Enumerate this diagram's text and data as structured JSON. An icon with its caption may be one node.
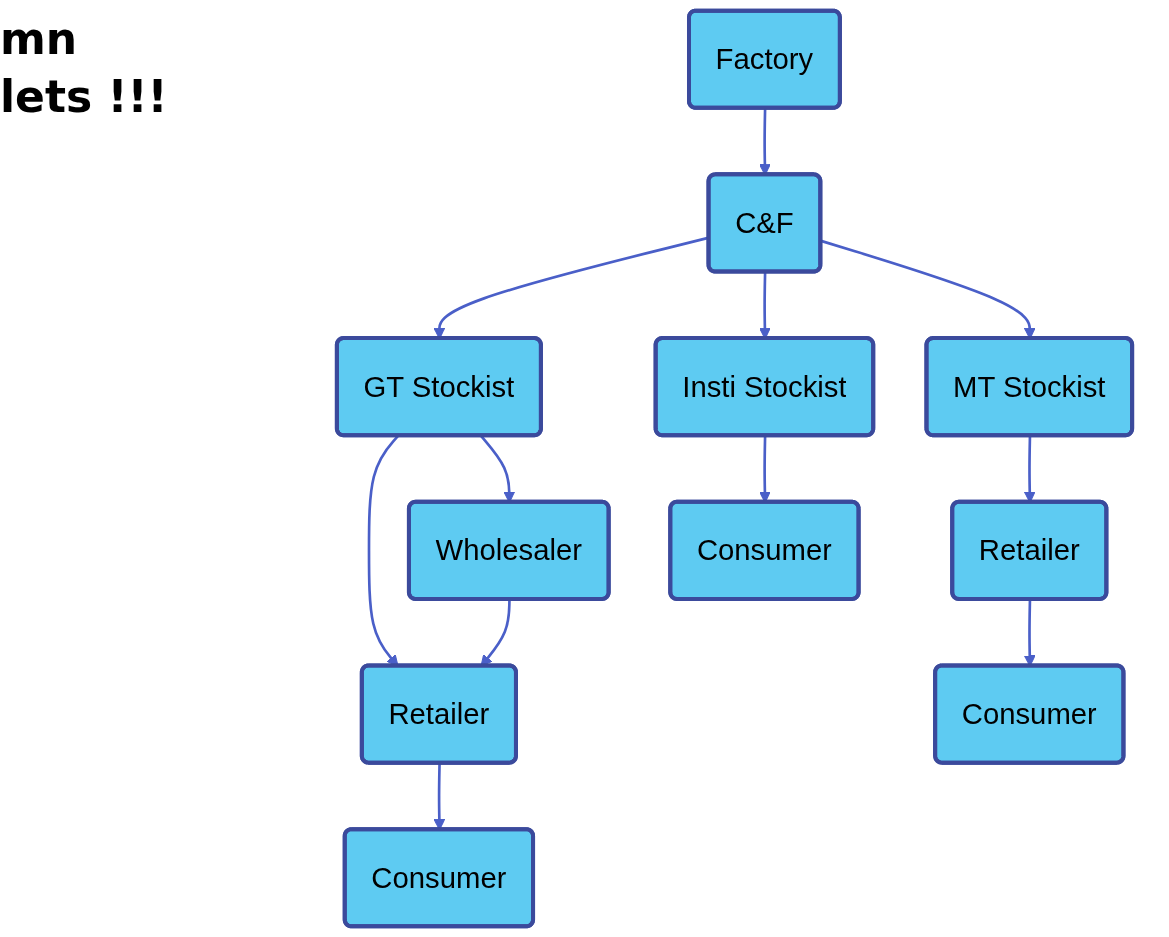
{
  "diagram": {
    "nodes": [
      {
        "text": [
          "Factory"
        ]
      },
      {
        "text": [
          "C&F"
        ]
      },
      {
        "text": [
          "GT Stockist"
        ]
      },
      {
        "text": [
          "MT Stockist"
        ]
      },
      {
        "text": [
          "Insti Stockist"
        ]
      },
      {
        "text": [
          "Wholesaler"
        ]
      },
      {
        "text": [
          "Retailer"
        ]
      },
      {
        "text": [
          "Retailer"
        ]
      },
      {
        "text": [
          "Consumer"
        ]
      },
      {
        "text": [
          "Consumer"
        ]
      },
      {
        "text": [
          "Consumer"
        ]
      }
    ],
    "edges": [
      {
        "from": 0,
        "to": 1,
        "arrow": "to"
      },
      {
        "from": 1,
        "to": 2,
        "arrow": "to"
      },
      {
        "from": 1,
        "to": 3,
        "arrow": "to"
      },
      {
        "from": 1,
        "to": 4,
        "arrow": "to"
      },
      {
        "from": 2,
        "to": 5,
        "arrow": "to"
      },
      {
        "from": 2,
        "to": 6,
        "arrow": "to"
      },
      {
        "from": 5,
        "to": 6,
        "arrow": "to"
      },
      {
        "from": 6,
        "to": 8,
        "arrow": "to"
      },
      {
        "from": 3,
        "to": 7,
        "arrow": "to"
      },
      {
        "from": 7,
        "to": 9,
        "arrow": "to"
      },
      {
        "from": 4,
        "to": 10,
        "arrow": "to"
      }
    ],
    "labels": [
      "mn",
      "lets !!!"
    ]
  }
}
